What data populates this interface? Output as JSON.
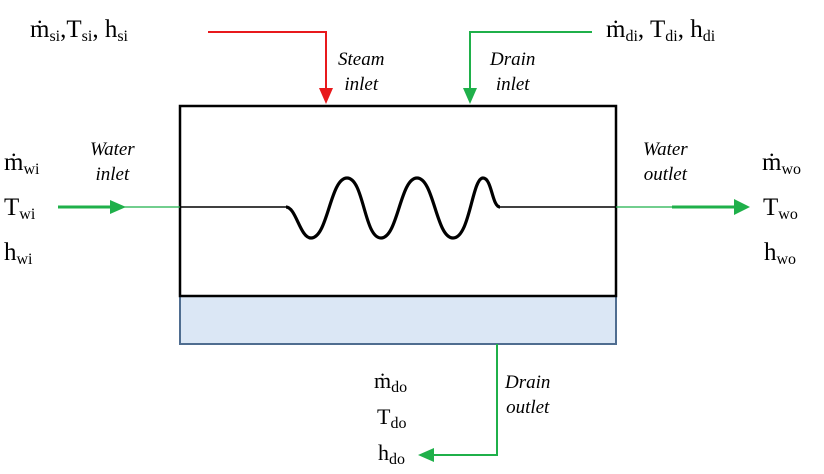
{
  "colors": {
    "steam_line": "#e8191c",
    "drain_line": "#1fb04a",
    "water_line": "#1fb04a",
    "vessel_outline": "#000000",
    "drain_well_fill": "#dbe7f5",
    "drain_well_border": "#4f6d90",
    "coil": "#000000"
  },
  "steam_inlet": {
    "symbol_m": "ṁ",
    "sub_m": "si",
    "symbol_t": "T",
    "sub_t": "si",
    "symbol_h": "h",
    "sub_h": "si",
    "caption_line1": "Steam",
    "caption_line2": "inlet"
  },
  "drain_inlet": {
    "symbol_m": "ṁ",
    "sub_m": "di",
    "symbol_t": "T",
    "sub_t": "di",
    "symbol_h": "h",
    "sub_h": "di",
    "caption_line1": "Drain",
    "caption_line2": "inlet"
  },
  "water_inlet": {
    "symbol_m": "ṁ",
    "sub_m": "wi",
    "symbol_t": "T",
    "sub_t": "wi",
    "symbol_h": "h",
    "sub_h": "wi",
    "caption_line1": "Water",
    "caption_line2": "inlet"
  },
  "water_outlet": {
    "symbol_m": "ṁ",
    "sub_m": "wo",
    "symbol_t": "T",
    "sub_t": "wo",
    "symbol_h": "h",
    "sub_h": "wo",
    "caption_line1": "Water",
    "caption_line2": "outlet"
  },
  "drain_outlet": {
    "symbol_m": "ṁ",
    "sub_m": "do",
    "symbol_t": "T",
    "sub_t": "do",
    "symbol_h": "h",
    "sub_h": "do",
    "caption_line1": "Drain",
    "caption_line2": "outlet"
  }
}
